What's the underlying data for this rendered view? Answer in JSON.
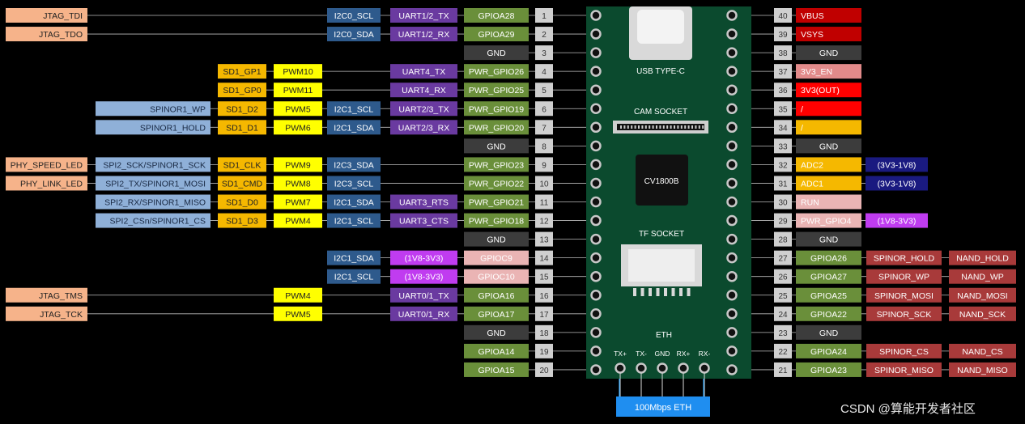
{
  "left_pins": [
    {
      "num": "1",
      "labels": [
        {
          "t": "GPIOA28",
          "c": "green"
        },
        {
          "t": "UART1/2_TX",
          "c": "purple"
        },
        {
          "t": "I2C0_SCL",
          "c": "blue"
        },
        {
          "t": "JTAG_TDI",
          "c": "peach"
        }
      ]
    },
    {
      "num": "2",
      "labels": [
        {
          "t": "GPIOA29",
          "c": "green"
        },
        {
          "t": "UART1/2_RX",
          "c": "purple"
        },
        {
          "t": "I2C0_SDA",
          "c": "blue"
        },
        {
          "t": "JTAG_TDO",
          "c": "peach"
        }
      ]
    },
    {
      "num": "3",
      "labels": [
        {
          "t": "GND",
          "c": "gray"
        }
      ]
    },
    {
      "num": "4",
      "labels": [
        {
          "t": "PWR_GPIO26",
          "c": "green"
        },
        {
          "t": "UART4_TX",
          "c": "purple"
        },
        {
          "t": "PWM10",
          "c": "yellow"
        },
        {
          "t": "SD1_GP1",
          "c": "orange"
        }
      ]
    },
    {
      "num": "5",
      "labels": [
        {
          "t": "PWR_GPIO25",
          "c": "green"
        },
        {
          "t": "UART4_RX",
          "c": "purple"
        },
        {
          "t": "PWM11",
          "c": "yellow"
        },
        {
          "t": "SD1_GP0",
          "c": "orange"
        }
      ]
    },
    {
      "num": "6",
      "labels": [
        {
          "t": "PWR_GPIO19",
          "c": "green"
        },
        {
          "t": "UART2/3_TX",
          "c": "purple"
        },
        {
          "t": "I2C1_SCL",
          "c": "blue"
        },
        {
          "t": "PWM5",
          "c": "yellow"
        },
        {
          "t": "SD1_D2",
          "c": "orange"
        },
        {
          "t": "SPINOR1_WP",
          "c": "lightblue"
        }
      ]
    },
    {
      "num": "7",
      "labels": [
        {
          "t": "PWR_GPIO20",
          "c": "green"
        },
        {
          "t": "UART2/3_RX",
          "c": "purple"
        },
        {
          "t": "I2C1_SDA",
          "c": "blue"
        },
        {
          "t": "PWM6",
          "c": "yellow"
        },
        {
          "t": "SD1_D1",
          "c": "orange"
        },
        {
          "t": "SPINOR1_HOLD",
          "c": "lightblue"
        }
      ]
    },
    {
      "num": "8",
      "labels": [
        {
          "t": "GND",
          "c": "gray"
        }
      ]
    },
    {
      "num": "9",
      "labels": [
        {
          "t": "PWR_GPIO23",
          "c": "green"
        },
        {
          "t": "I2C3_SDA",
          "c": "blue"
        },
        {
          "t": "PWM9",
          "c": "yellow"
        },
        {
          "t": "SD1_CLK",
          "c": "orange"
        },
        {
          "t": "SPI2_SCK/SPINOR1_SCK",
          "c": "lightblue"
        },
        {
          "t": "PHY_SPEED_LED",
          "c": "peach"
        }
      ]
    },
    {
      "num": "10",
      "labels": [
        {
          "t": "PWR_GPIO22",
          "c": "green"
        },
        {
          "t": "I2C3_SCL",
          "c": "blue"
        },
        {
          "t": "PWM8",
          "c": "yellow"
        },
        {
          "t": "SD1_CMD",
          "c": "orange"
        },
        {
          "t": "SPI2_TX/SPINOR1_MOSI",
          "c": "lightblue"
        },
        {
          "t": "PHY_LINK_LED",
          "c": "peach"
        }
      ]
    },
    {
      "num": "11",
      "labels": [
        {
          "t": "PWR_GPIO21",
          "c": "green"
        },
        {
          "t": "UART3_RTS",
          "c": "purple"
        },
        {
          "t": "I2C1_SDA",
          "c": "blue"
        },
        {
          "t": "PWM7",
          "c": "yellow"
        },
        {
          "t": "SD1_D0",
          "c": "orange"
        },
        {
          "t": "SPI2_RX/SPINOR1_MISO",
          "c": "lightblue"
        }
      ]
    },
    {
      "num": "12",
      "labels": [
        {
          "t": "PWR_GPIO18",
          "c": "green"
        },
        {
          "t": "UART3_CTS",
          "c": "purple"
        },
        {
          "t": "I2C1_SCL",
          "c": "blue"
        },
        {
          "t": "PWM4",
          "c": "yellow"
        },
        {
          "t": "SD1_D3",
          "c": "orange"
        },
        {
          "t": "SPI2_CSn/SPINOR1_CS",
          "c": "lightblue"
        }
      ]
    },
    {
      "num": "13",
      "labels": [
        {
          "t": "GND",
          "c": "gray"
        }
      ]
    },
    {
      "num": "14",
      "labels": [
        {
          "t": "GPIOC9",
          "c": "pink"
        },
        {
          "t": "(1V8-3V3)",
          "c": "magenta"
        },
        {
          "t": "I2C1_SDA",
          "c": "blue"
        }
      ]
    },
    {
      "num": "15",
      "labels": [
        {
          "t": "GPIOC10",
          "c": "pink"
        },
        {
          "t": "(1V8-3V3)",
          "c": "magenta"
        },
        {
          "t": "I2C1_SCL",
          "c": "blue"
        }
      ]
    },
    {
      "num": "16",
      "labels": [
        {
          "t": "GPIOA16",
          "c": "green"
        },
        {
          "t": "UART0/1_TX",
          "c": "purple"
        },
        {
          "t": "PWM4",
          "c": "yellow"
        },
        {
          "t": "JTAG_TMS",
          "c": "peach"
        }
      ]
    },
    {
      "num": "17",
      "labels": [
        {
          "t": "GPIOA17",
          "c": "green"
        },
        {
          "t": "UART0/1_RX",
          "c": "purple"
        },
        {
          "t": "PWM5",
          "c": "yellow"
        },
        {
          "t": "JTAG_TCK",
          "c": "peach"
        }
      ]
    },
    {
      "num": "18",
      "labels": [
        {
          "t": "GND",
          "c": "gray"
        }
      ]
    },
    {
      "num": "19",
      "labels": [
        {
          "t": "GPIOA14",
          "c": "green"
        }
      ]
    },
    {
      "num": "20",
      "labels": [
        {
          "t": "GPIOA15",
          "c": "green"
        }
      ]
    }
  ],
  "right_pins": [
    {
      "num": "40",
      "labels": [
        {
          "t": "VBUS",
          "c": "darkred"
        }
      ]
    },
    {
      "num": "39",
      "labels": [
        {
          "t": "VSYS",
          "c": "darkred"
        }
      ]
    },
    {
      "num": "38",
      "labels": [
        {
          "t": "GND",
          "c": "gray"
        }
      ]
    },
    {
      "num": "37",
      "labels": [
        {
          "t": "3V3_EN",
          "c": "rose"
        }
      ]
    },
    {
      "num": "36",
      "labels": [
        {
          "t": "3V3(OUT)",
          "c": "red"
        }
      ]
    },
    {
      "num": "35",
      "labels": [
        {
          "t": "/",
          "c": "red"
        }
      ]
    },
    {
      "num": "34",
      "labels": [
        {
          "t": "/",
          "c": "orange"
        }
      ]
    },
    {
      "num": "33",
      "labels": [
        {
          "t": "GND",
          "c": "gray"
        }
      ]
    },
    {
      "num": "32",
      "labels": [
        {
          "t": "ADC2",
          "c": "orange"
        },
        {
          "t": "(3V3-1V8)",
          "c": "navy"
        }
      ]
    },
    {
      "num": "31",
      "labels": [
        {
          "t": "ADC1",
          "c": "orange"
        },
        {
          "t": "(3V3-1V8)",
          "c": "navy"
        }
      ]
    },
    {
      "num": "30",
      "labels": [
        {
          "t": "RUN",
          "c": "pink"
        }
      ]
    },
    {
      "num": "29",
      "labels": [
        {
          "t": "PWR_GPIO4",
          "c": "pink"
        },
        {
          "t": "(1V8-3V3)",
          "c": "magenta"
        }
      ]
    },
    {
      "num": "28",
      "labels": [
        {
          "t": "GND",
          "c": "gray"
        }
      ]
    },
    {
      "num": "27",
      "labels": [
        {
          "t": "GPIOA26",
          "c": "green"
        },
        {
          "t": "SPINOR_HOLD",
          "c": "brick"
        },
        {
          "t": "NAND_HOLD",
          "c": "brick"
        }
      ]
    },
    {
      "num": "26",
      "labels": [
        {
          "t": "GPIOA27",
          "c": "green"
        },
        {
          "t": "SPINOR_WP",
          "c": "brick"
        },
        {
          "t": "NAND_WP",
          "c": "brick"
        }
      ]
    },
    {
      "num": "25",
      "labels": [
        {
          "t": "GPIOA25",
          "c": "green"
        },
        {
          "t": "SPINOR_MOSI",
          "c": "brick"
        },
        {
          "t": "NAND_MOSI",
          "c": "brick"
        }
      ]
    },
    {
      "num": "24",
      "labels": [
        {
          "t": "GPIOA22",
          "c": "green"
        },
        {
          "t": "SPINOR_SCK",
          "c": "brick"
        },
        {
          "t": "NAND_SCK",
          "c": "brick"
        }
      ]
    },
    {
      "num": "23",
      "labels": [
        {
          "t": "GND",
          "c": "gray"
        }
      ]
    },
    {
      "num": "22",
      "labels": [
        {
          "t": "GPIOA24",
          "c": "green"
        },
        {
          "t": "SPINOR_CS",
          "c": "brick"
        },
        {
          "t": "NAND_CS",
          "c": "brick"
        }
      ]
    },
    {
      "num": "21",
      "labels": [
        {
          "t": "GPIOA23",
          "c": "green"
        },
        {
          "t": "SPINOR_MISO",
          "c": "brick"
        },
        {
          "t": "NAND_MISO",
          "c": "brick"
        }
      ]
    }
  ],
  "colors": {
    "green": "#6a8f3a",
    "purple": "#6a3aa0",
    "blue": "#2e5a8c",
    "peach": "#f6b38a",
    "yellow": "#ffff00",
    "orange": "#f5b800",
    "lightblue": "#8fb0d8",
    "gray": "#3c3c3c",
    "pink": "#eab4b4",
    "magenta": "#c03cf0",
    "darkred": "#c00000",
    "red": "#ff0000",
    "rose": "#e28a8a",
    "navy": "#1a1a80",
    "brick": "#a83a3a",
    "board": "#0b4a2e"
  },
  "board": {
    "usb_label": "USB TYPE-C",
    "cam_label": "CAM SOCKET",
    "chip_label": "CV1800B",
    "tf_label": "TF SOCKET",
    "eth_label": "ETH",
    "eth_pins": [
      "TX+",
      "TX-",
      "GND",
      "RX+",
      "RX-"
    ],
    "eth_box": "100Mbps ETH"
  },
  "watermark": "CSDN @算能开发者社区"
}
